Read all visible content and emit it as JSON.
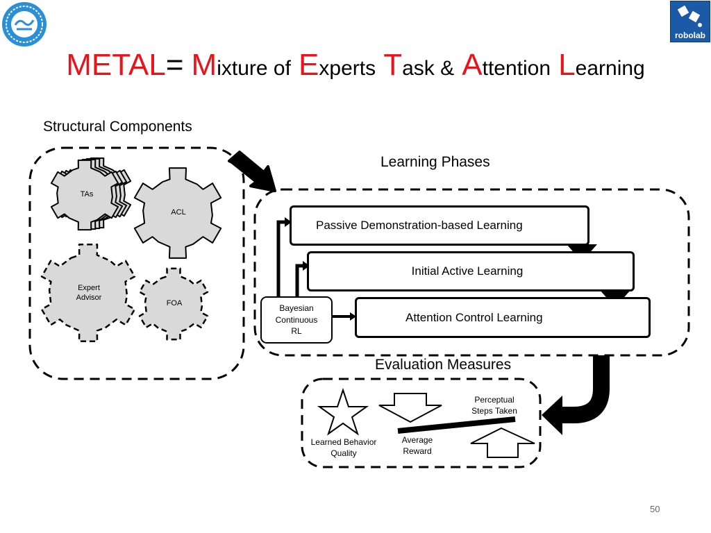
{
  "slide": {
    "title": {
      "acronym": "METAL",
      "equals": "=",
      "w1_initial": "M",
      "w1_rest": "ixture of",
      "w2_initial": "E",
      "w2_rest": "xperts",
      "w3_initial": "T",
      "w3_rest": "ask &",
      "w4_initial": "A",
      "w4_rest": "ttention",
      "w5_initial": "L",
      "w5_rest": "earning"
    },
    "structural_label": "Structural Components",
    "learning_phases_label": "Learning Phases",
    "evaluation_label": "Evaluation Measures",
    "gears": {
      "tas": "TAs",
      "acl": "ACL",
      "expert_advisor": "Expert\nAdvisor",
      "foa": "FOA"
    },
    "phases": {
      "passive": "Passive Demonstration-based Learning",
      "initial_active": "Initial Active Learning",
      "attention_control": "Attention Control Learning",
      "bayesian": "Bayesian\nContinuous\nRL"
    },
    "evaluation": {
      "quality": "Learned Behavior\nQuality",
      "average_reward": "Average\nReward",
      "perceptual_steps": "Perceptual\nSteps Taken"
    },
    "logos": {
      "right": "robolab"
    },
    "page_number": "50"
  },
  "colors": {
    "accent_red": "#e8141b",
    "gear_fill": "#d9d9d9",
    "logo_blue": "#1b5aa6"
  }
}
